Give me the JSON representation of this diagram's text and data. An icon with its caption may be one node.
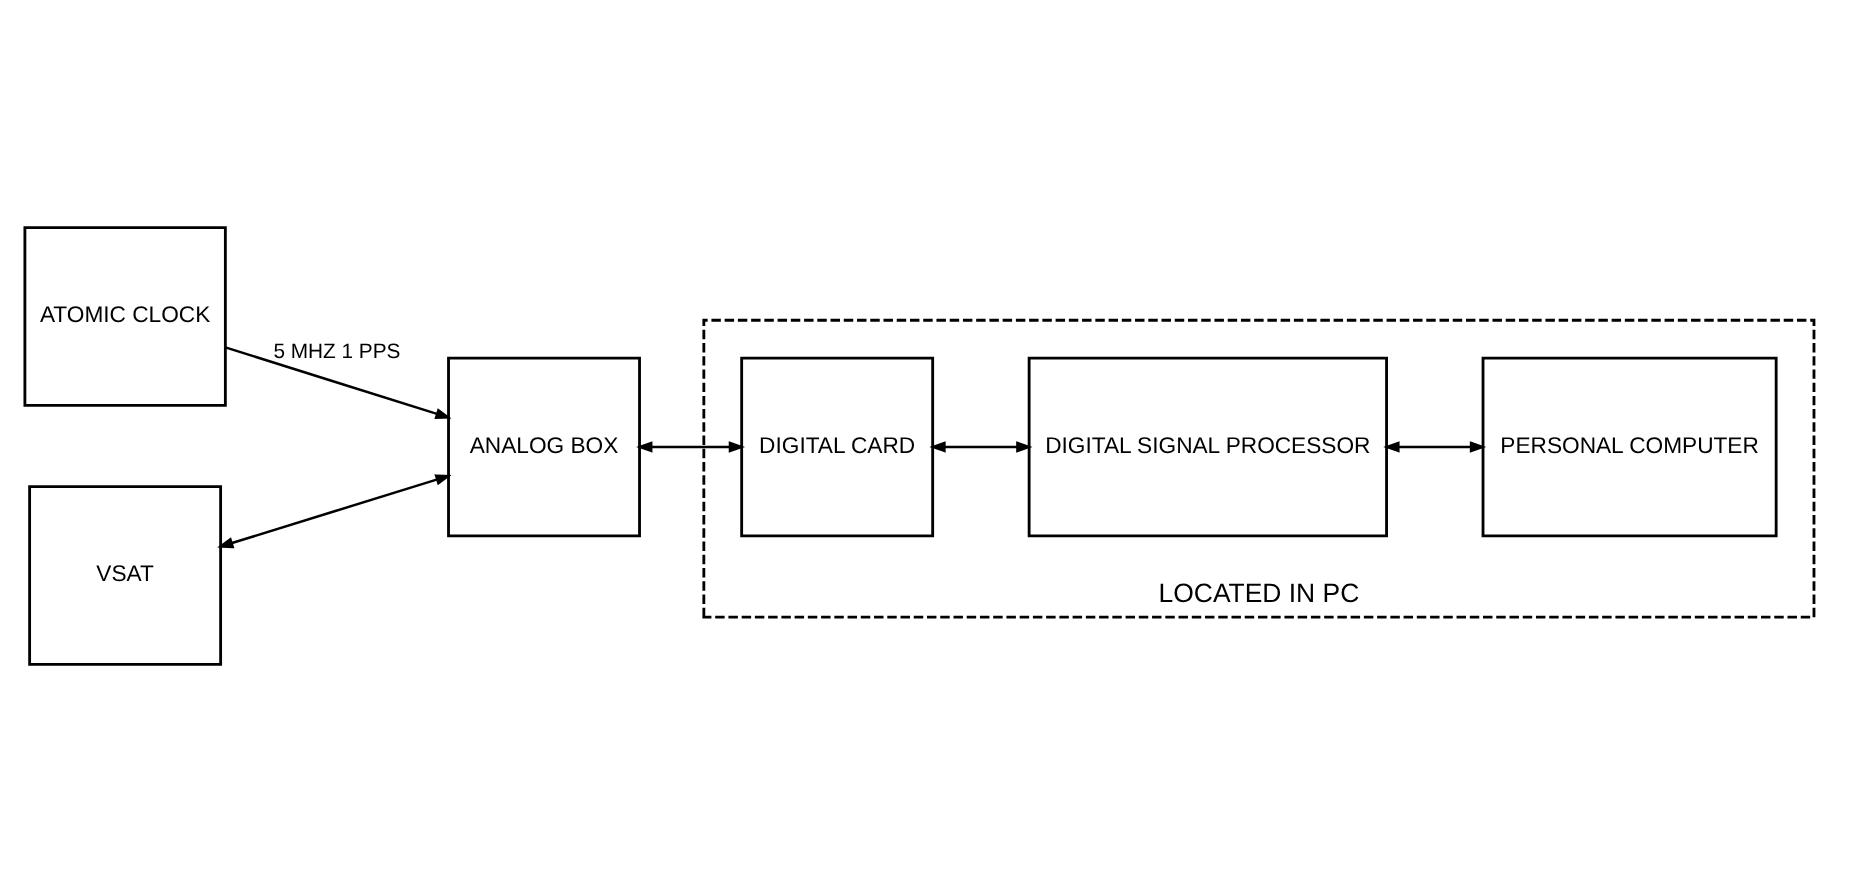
{
  "diagram": {
    "nodes": [
      {
        "text": [
          "ATOMIC CLOCK"
        ]
      },
      {
        "text": [
          "VSAT"
        ]
      },
      {
        "text": [
          "ANALOG BOX"
        ]
      },
      {
        "text": [
          "LOCATED IN PC"
        ]
      },
      {
        "text": [
          "DIGITAL CARD"
        ],
        "in": 3
      },
      {
        "text": [
          "DIGITAL SIGNAL PROCESSOR"
        ],
        "in": 3
      },
      {
        "text": [
          "PERSONAL COMPUTER"
        ],
        "in": 3
      }
    ],
    "edges": [
      {
        "from": 0,
        "to": 2,
        "arrow": "to",
        "label": "5 MHZ 1 PPS"
      },
      {
        "from": 1,
        "to": 2,
        "arrow": "both"
      },
      {
        "from": 2,
        "to": 4,
        "arrow": "both"
      },
      {
        "from": 4,
        "to": 5,
        "arrow": "both"
      },
      {
        "from": 5,
        "to": 6,
        "arrow": "both"
      }
    ]
  }
}
